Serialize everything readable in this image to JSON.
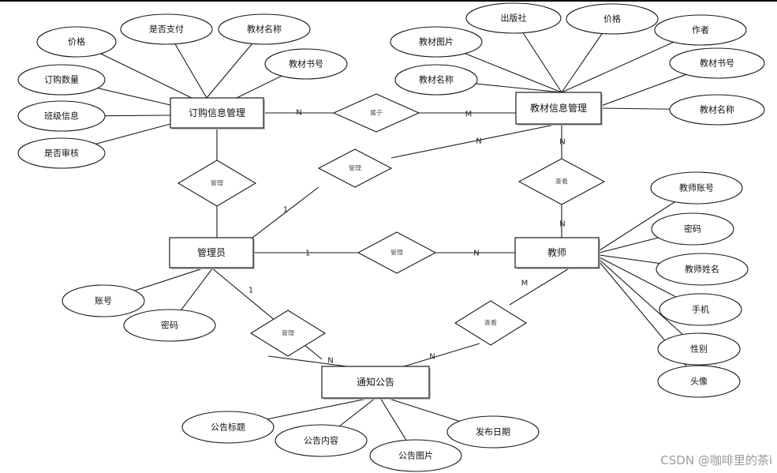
{
  "diagram": {
    "entities": {
      "order": "订购信息管理",
      "textbook": "教材信息管理",
      "admin": "管理员",
      "teacher": "教师",
      "notice": "通知公告"
    },
    "relationships": {
      "belongs": "属于",
      "manage_textbook": "管理",
      "manage_order": "管理",
      "view_textbook": "查看",
      "manage_teacher": "管理",
      "manage_notice": "管理",
      "view_notice": "查看"
    },
    "attributes": {
      "order": [
        "价格",
        "是否支付",
        "教材名称",
        "教材书号",
        "订购数量",
        "班级信息",
        "是否审核"
      ],
      "textbook": [
        "出版社",
        "价格",
        "作者",
        "教材图片",
        "教材名称",
        "教材书号",
        "教材名称"
      ],
      "teacher": [
        "教师账号",
        "密码",
        "教师姓名",
        "手机",
        "性别",
        "头像"
      ],
      "admin": [
        "账号",
        "密码"
      ],
      "notice": [
        "公告标题",
        "公告内容",
        "公告图片",
        "发布日期"
      ]
    },
    "cardinalities": {
      "order_belongs": "N",
      "belongs_textbook": "M",
      "admin_manage_textbook": "1",
      "manage_textbook_textbook": "N",
      "textbook_view": "N",
      "view_teacher": "N",
      "admin_manage_teacher": "1",
      "manage_teacher_teacher": "N",
      "admin_manage_notice": "1",
      "manage_notice_notice": "N",
      "view_notice_notice": "N",
      "teacher_view_notice": "M"
    }
  },
  "watermark": "CSDN @咖啡里的茶i"
}
